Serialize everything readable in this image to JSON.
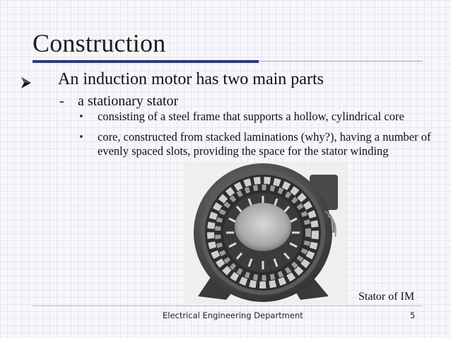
{
  "slide": {
    "title": "Construction",
    "main_bullet": "An induction motor has two main parts",
    "sub_bullet_marker": "-",
    "sub_bullet": "a stationary stator",
    "detail_marker": "•",
    "details": [
      "consisting of a steel frame that supports a hollow, cylindrical core",
      "core, constructed from stacked laminations (why?), having a number of evenly spaced slots, providing the space for the stator winding"
    ],
    "image_caption": "Stator of IM",
    "footer": "Electrical Engineering Department",
    "page_number": "5"
  },
  "icons": {
    "main_bullet": "arrowhead-bullet-icon"
  },
  "colors": {
    "accent": "#2c3b7a",
    "background": "#f7f7fb"
  }
}
